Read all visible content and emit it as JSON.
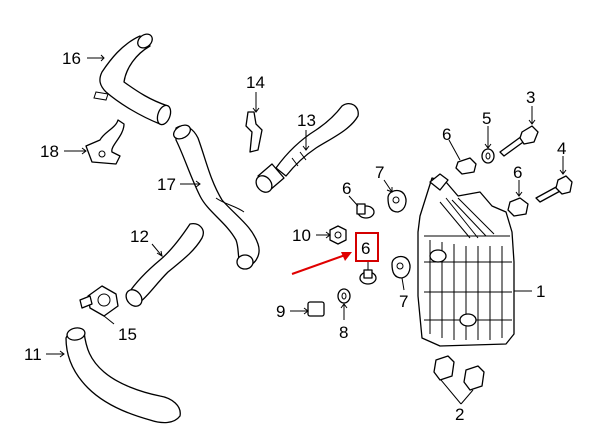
{
  "callouts": {
    "c16": "16",
    "c14": "14",
    "c13": "13",
    "c18": "18",
    "c17": "17",
    "c12": "12",
    "c15": "15",
    "c11": "11",
    "c10": "10",
    "c9": "9",
    "c8": "8",
    "c6a": "6",
    "c6b": "6",
    "c6c": "6",
    "c6d": "6",
    "c7a": "7",
    "c7b": "7",
    "c5": "5",
    "c3": "3",
    "c4": "4",
    "c1": "1",
    "c2": "2"
  },
  "colors": {
    "highlight": "#d40000",
    "line": "#000000"
  }
}
